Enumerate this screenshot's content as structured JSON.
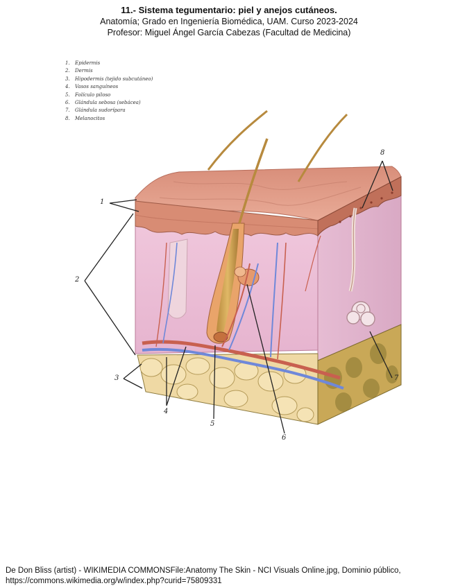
{
  "header": {
    "title": "11.- Sistema tegumentario: piel y anejos cutáneos.",
    "line2": "Anatomía; Grado en Ingeniería Biomédica, UAM. Curso 2023-2024",
    "line3": "Profesor: Miguel Ángel García Cabezas (Facultad de Medicina)"
  },
  "legend": [
    {
      "num": "1.",
      "label": "Epidermis"
    },
    {
      "num": "2.",
      "label": "Dermis"
    },
    {
      "num": "3.",
      "label": "Hipodermis (tejido subcutáneo)"
    },
    {
      "num": "4.",
      "label": "Vasos sanguíneos"
    },
    {
      "num": "5.",
      "label": "Folículo piloso"
    },
    {
      "num": "6.",
      "label": "Glándula sebosa (sebácea)"
    },
    {
      "num": "7.",
      "label": "Glándula sudorípara"
    },
    {
      "num": "8.",
      "label": "Melanocitos"
    }
  ],
  "callouts": {
    "c1": "1",
    "c2": "2",
    "c3": "3",
    "c4": "4",
    "c5": "5",
    "c6": "6",
    "c7": "7",
    "c8": "8"
  },
  "credit": {
    "line1": "De Don Bliss (artist) - WIKIMEDIA COMMONSFile:Anatomy The Skin - NCI Visuals Online.jpg, Dominio público,",
    "line2": "https://commons.wikimedia.org/w/index.php?curid=75809331"
  },
  "colors": {
    "epidermis": "#e3a08c",
    "dermis": "#ecc2d6",
    "fat": "#efd9a4",
    "vein": "#6f88d9",
    "artery": "#c8604f"
  }
}
